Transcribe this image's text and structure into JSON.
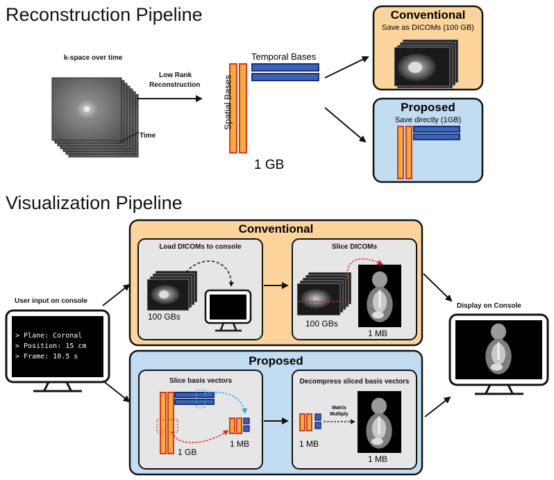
{
  "reconstruction": {
    "title": "Reconstruction Pipeline",
    "kspace_label": "k-space over time",
    "time_label": "Time",
    "lowrank_label_1": "Low Rank",
    "lowrank_label_2": "Reconstruction",
    "temporal_bases_label": "Temporal Bases",
    "spatial_bases_label": "Spatial Bases",
    "size_label": "1 GB",
    "conventional": {
      "title": "Conventional",
      "subtitle": "Save as DICOMs (100 GB)"
    },
    "proposed": {
      "title": "Proposed",
      "subtitle": "Save directly (1GB)"
    }
  },
  "visualization": {
    "title": "Visualization Pipeline",
    "user_input_label": "User input on console",
    "console_lines": [
      "> Plane: Coronal",
      "> Position: 15 cm",
      "> Frame: 10.5 s"
    ],
    "display_label": "Display on Console",
    "conventional": {
      "title": "Conventional",
      "load": {
        "title": "Load DICOMs to console",
        "size": "100 GBs"
      },
      "slice": {
        "title": "Slice DICOMs",
        "size_stack": "100 GBs",
        "size_out": "1 MB"
      }
    },
    "proposed": {
      "title": "Proposed",
      "slice_basis": {
        "title": "Slice basis vectors",
        "size_in": "1 GB",
        "size_out": "1 MB"
      },
      "decompress": {
        "title": "Decompress sliced basis vectors",
        "matrix_1": "Matrix",
        "matrix_2": "Multiply",
        "size_in": "1 MB",
        "size_out": "1 MB"
      }
    }
  },
  "colors": {
    "conventional_bg": "#fcd49c",
    "proposed_bg": "#c2dcf2",
    "spatial_fill": "#f6aa3f",
    "spatial_border": "#d23a1c",
    "temporal_fill": "#3a62b5",
    "temporal_border": "#1b2f78"
  }
}
